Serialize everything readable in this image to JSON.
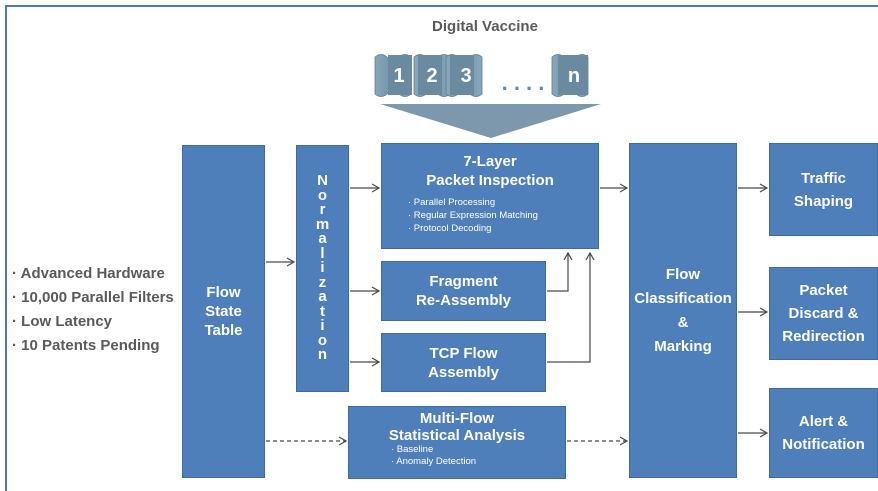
{
  "digital_vaccine": {
    "title": "Digital Vaccine",
    "labels": [
      "1",
      "2",
      "3",
      "n"
    ],
    "ellipsis": ". . . ."
  },
  "features": [
    "· Advanced Hardware",
    "· 10,000 Parallel Filters",
    "· Low Latency",
    "· 10 Patents Pending"
  ],
  "flow_state_table": [
    "Flow",
    "State",
    "Table"
  ],
  "normalization": [
    "N",
    "o",
    "r",
    "m",
    "a",
    "l",
    "i",
    "z",
    "a",
    "t",
    "i",
    "o",
    "n"
  ],
  "packet_inspection": {
    "title": [
      "7-Layer",
      "Packet Inspection"
    ],
    "items": [
      "· Parallel Processing",
      "· Regular Expression Matching",
      "· Protocol Decoding"
    ]
  },
  "fragment": [
    "Fragment",
    "Re-Assembly"
  ],
  "tcp": [
    "TCP Flow",
    "Assembly"
  ],
  "multiflow": {
    "title": [
      "Multi-Flow",
      "Statistical Analysis"
    ],
    "items": [
      "· Baseline",
      "· Anomaly Detection"
    ]
  },
  "classification": [
    "Flow",
    "Classification",
    "&",
    "Marking"
  ],
  "traffic_shaping": [
    "Traffic",
    "Shaping"
  ],
  "discard": [
    "Packet",
    "Discard &",
    "Redirection"
  ],
  "alert": [
    "Alert &",
    "Notification"
  ],
  "colors": {
    "box": "#4f7fba",
    "box_border": "#3d6a9f",
    "arrow": "#4a4a4a",
    "text_gray": "#5a5a5a",
    "vaccine": "#6a8aa0"
  }
}
